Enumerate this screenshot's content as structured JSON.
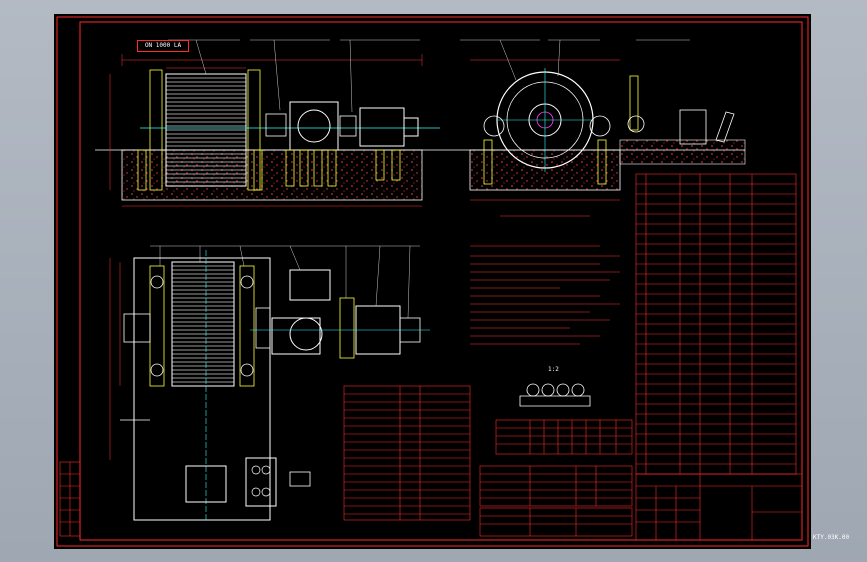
{
  "drawing": {
    "view_label": "ON 1000 LA",
    "drawing_number": "KTY.03K.00",
    "section_label": "1:2",
    "colors": {
      "background": "#000000",
      "border": "#ff2a2a",
      "geometry": "#ffffff",
      "dimensions": "#ff3030",
      "accent_yellow": "#ffff33",
      "accent_cyan": "#33ffff",
      "accent_magenta": "#ff44ff",
      "ground_hatch": "#ff4040"
    }
  }
}
